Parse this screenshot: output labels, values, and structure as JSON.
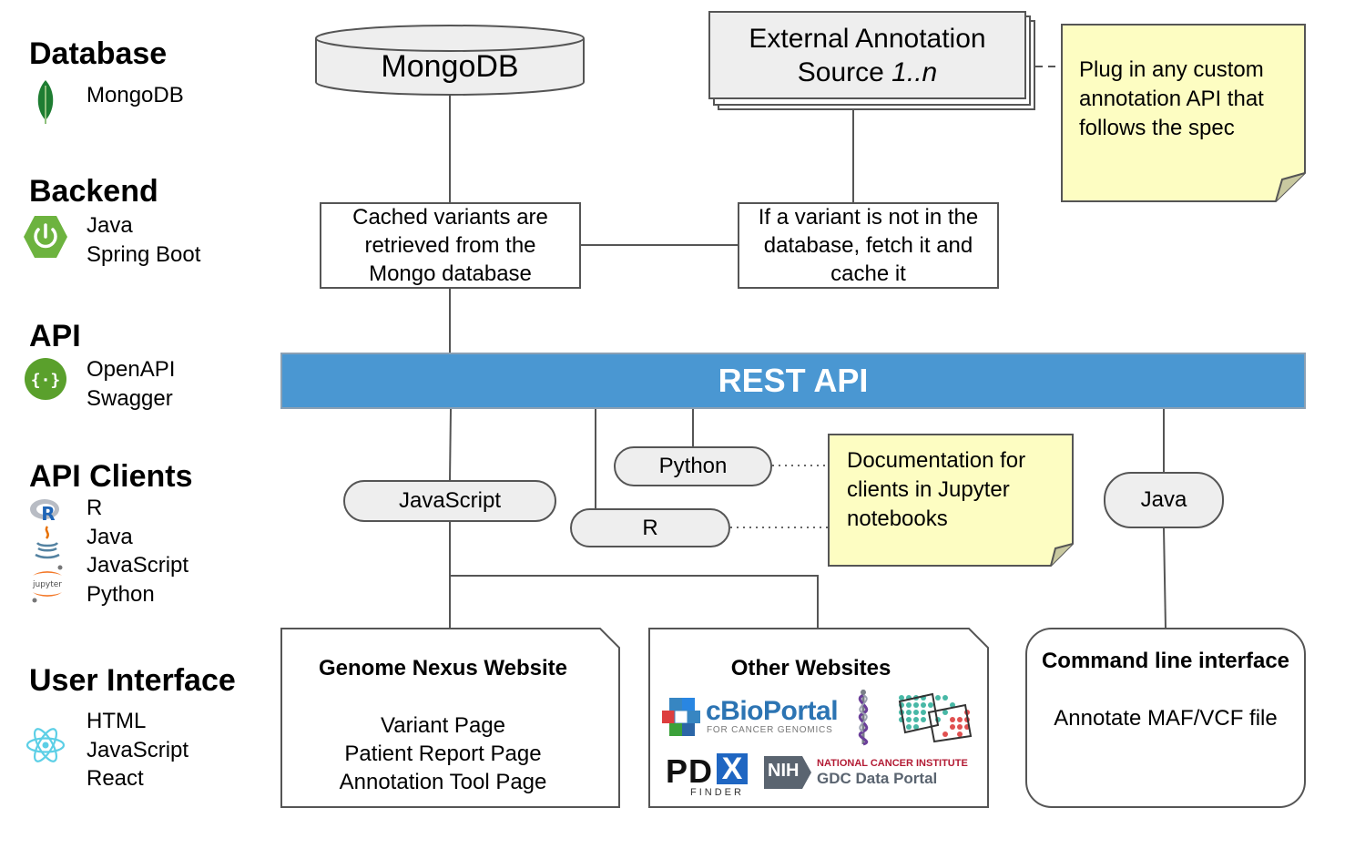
{
  "layers": {
    "database": {
      "heading": "Database",
      "items": [
        "MongoDB"
      ]
    },
    "backend": {
      "heading": "Backend",
      "items": [
        "Java",
        "Spring Boot"
      ]
    },
    "api": {
      "heading": "API",
      "items": [
        "OpenAPI",
        "Swagger"
      ]
    },
    "clients": {
      "heading": "API Clients",
      "items": [
        "R",
        "Java",
        "JavaScript",
        "Python"
      ]
    },
    "ui": {
      "heading": "User Interface",
      "items": [
        "HTML",
        "JavaScript",
        "React"
      ]
    }
  },
  "icons": {
    "mongodb": "mongodb-leaf-icon",
    "spring": "spring-boot-icon",
    "swagger": "swagger-icon",
    "r": "r-logo-icon",
    "java": "java-cup-icon",
    "jupyter": "jupyter-icon",
    "react": "react-atom-icon"
  },
  "colors": {
    "rest_api_fill": "#4a97d2",
    "note_fill": "#fdfdc2",
    "pill_fill": "#eeeeee",
    "mongodb_green": "#1e7d32",
    "spring_green": "#6db33f",
    "swagger_green": "#5aa02c",
    "react_cyan": "#5ccfe6"
  },
  "nodes": {
    "mongodb": "MongoDB",
    "external_line1": "External Annotation",
    "external_line2": "Source ",
    "external_italic": "1..n",
    "custom_note": "Plug in any custom annotation API that follows the spec",
    "cached_box": "Cached variants are retrieved from the Mongo database",
    "fetch_box": "If a variant is not in the database, fetch it and cache it",
    "rest_api": "REST API",
    "python": "Python",
    "javascript": "JavaScript",
    "r": "R",
    "java": "Java",
    "docs_note": "Documentation for clients in Jupyter notebooks"
  },
  "genome_nexus": {
    "title": "Genome Nexus Website",
    "pages": [
      "Variant Page",
      "Patient Report Page",
      "Annotation Tool Page"
    ]
  },
  "other_websites": {
    "title": "Other Websites",
    "logos": {
      "cbioportal_main": "cBioPortal",
      "cbioportal_sub": "FOR CANCER GENOMICS",
      "pdx_left": "PD",
      "pdx_x": "X",
      "pdx_sub": "FINDER",
      "nih": "NIH",
      "nci": "NATIONAL CANCER INSTITUTE",
      "gdc": "GDC Data Portal"
    }
  },
  "cli": {
    "title": "Command line interface",
    "desc": "Annotate MAF/VCF file"
  }
}
